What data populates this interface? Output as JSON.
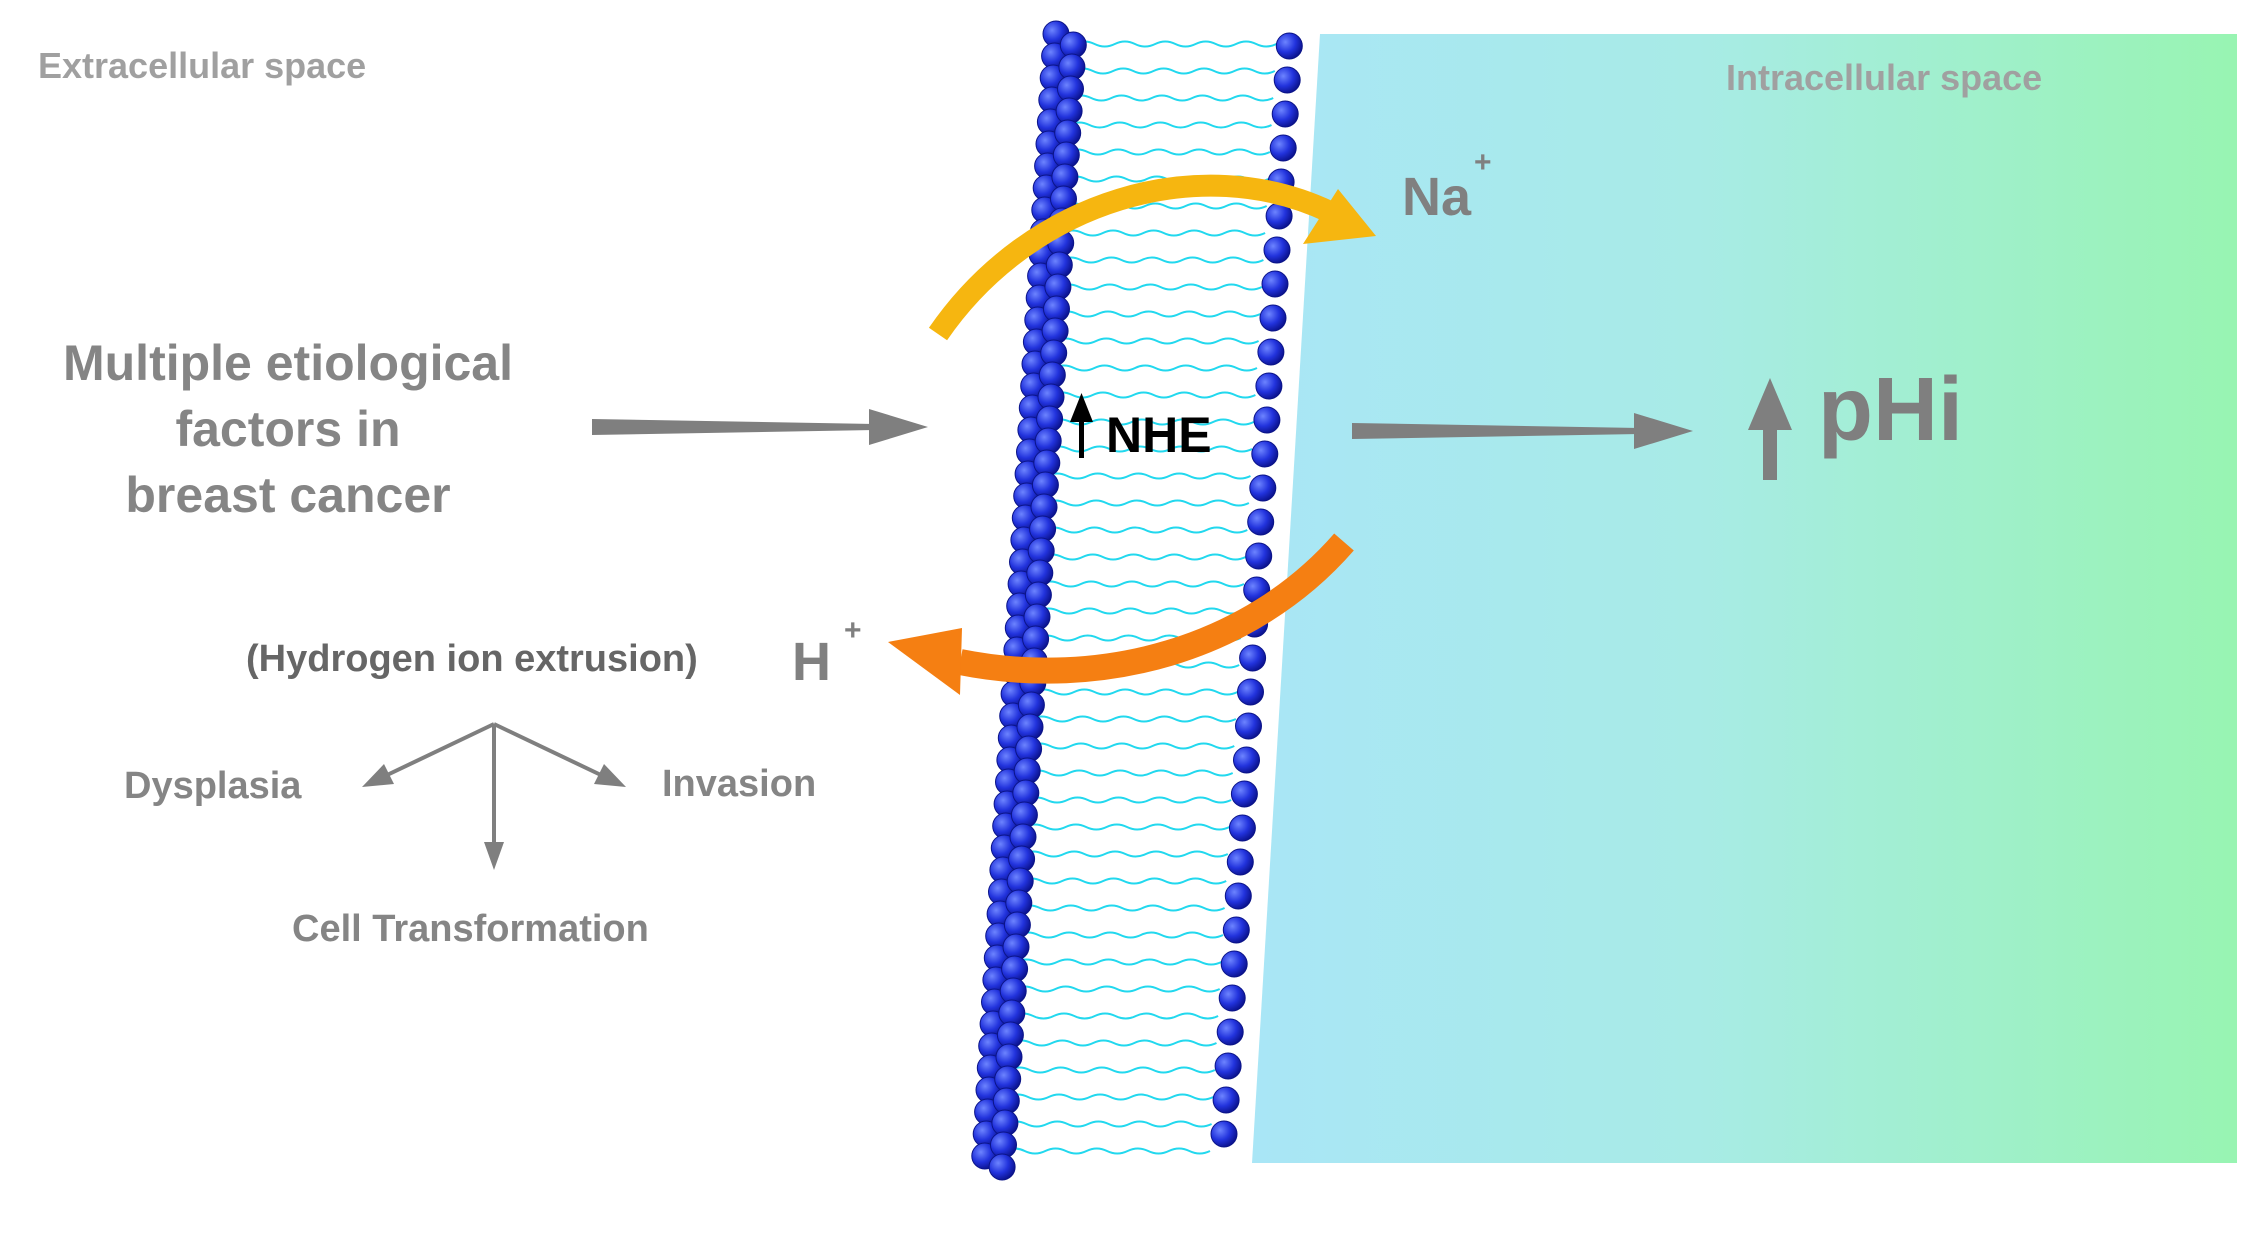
{
  "regions": {
    "extracellular_label": "Extracellular space",
    "intracellular_label": "Intracellular space"
  },
  "cause": {
    "line1": "Multiple etiological",
    "line2": "factors in",
    "line3": "breast cancer"
  },
  "transporter": {
    "label": "NHE"
  },
  "ions": {
    "sodium": "Na",
    "sodium_charge": "+",
    "hydrogen": "H",
    "hydrogen_charge": "+"
  },
  "outcome": {
    "label": "pHi"
  },
  "extrusion": {
    "label": "(Hydrogen ion extrusion)"
  },
  "effects": {
    "left": "Dysplasia",
    "right": "Invasion",
    "bottom": "Cell Transformation"
  },
  "colors": {
    "text_gray": "#888888",
    "light_gray": "#a0a0a0",
    "arrow_gray": "#7f7f7f",
    "phospholipid_head": "#2233dd",
    "lipid_tail": "#22d8ee",
    "sodium_arrow": "#f6b610",
    "hydrogen_arrow": "#f57f12",
    "intracellular_left": "#a9e6f6",
    "intracellular_right": "#98f4b2"
  }
}
